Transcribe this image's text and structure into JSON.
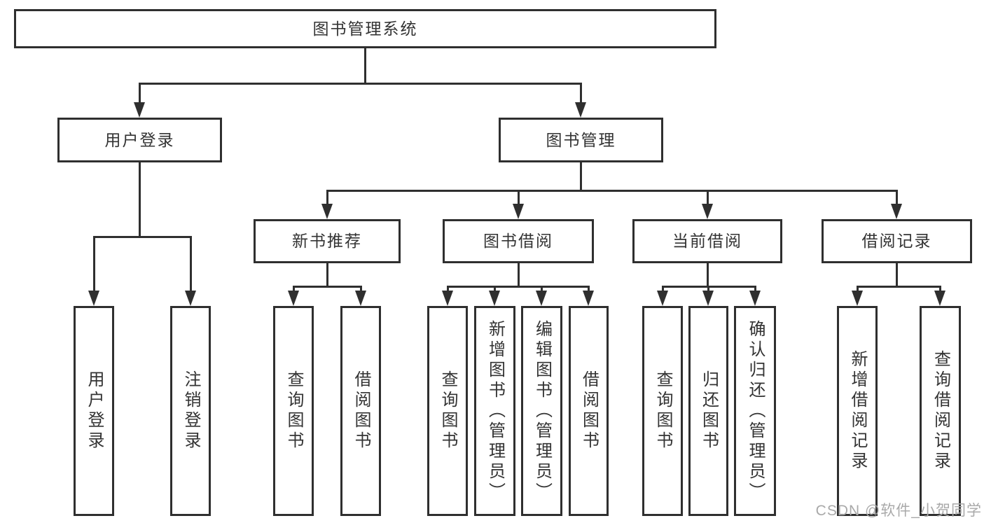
{
  "colors": {
    "line": "#2f2f2f",
    "text": "#333333",
    "background": "#ffffff",
    "watermark": "#a9a9a9"
  },
  "root": {
    "label": "图书管理系统"
  },
  "branches": [
    {
      "label": "用户登录",
      "children": [
        {
          "label": "用户登录"
        },
        {
          "label": "注销登录"
        }
      ]
    },
    {
      "label": "图书管理",
      "children": [
        {
          "label": "新书推荐",
          "children": [
            {
              "label": "查询图书"
            },
            {
              "label": "借阅图书"
            }
          ]
        },
        {
          "label": "图书借阅",
          "children": [
            {
              "label": "查询图书"
            },
            {
              "label": "新增图书（管理员）"
            },
            {
              "label": "编辑图书（管理员）"
            },
            {
              "label": "借阅图书"
            }
          ]
        },
        {
          "label": "当前借阅",
          "children": [
            {
              "label": "查询图书"
            },
            {
              "label": "归还图书"
            },
            {
              "label": "确认归还（管理员）"
            }
          ]
        },
        {
          "label": "借阅记录",
          "children": [
            {
              "label": "新增借阅记录"
            },
            {
              "label": "查询借阅记录"
            }
          ]
        }
      ]
    }
  ],
  "watermark": {
    "text": "CSDN @软件_小贺同学"
  }
}
